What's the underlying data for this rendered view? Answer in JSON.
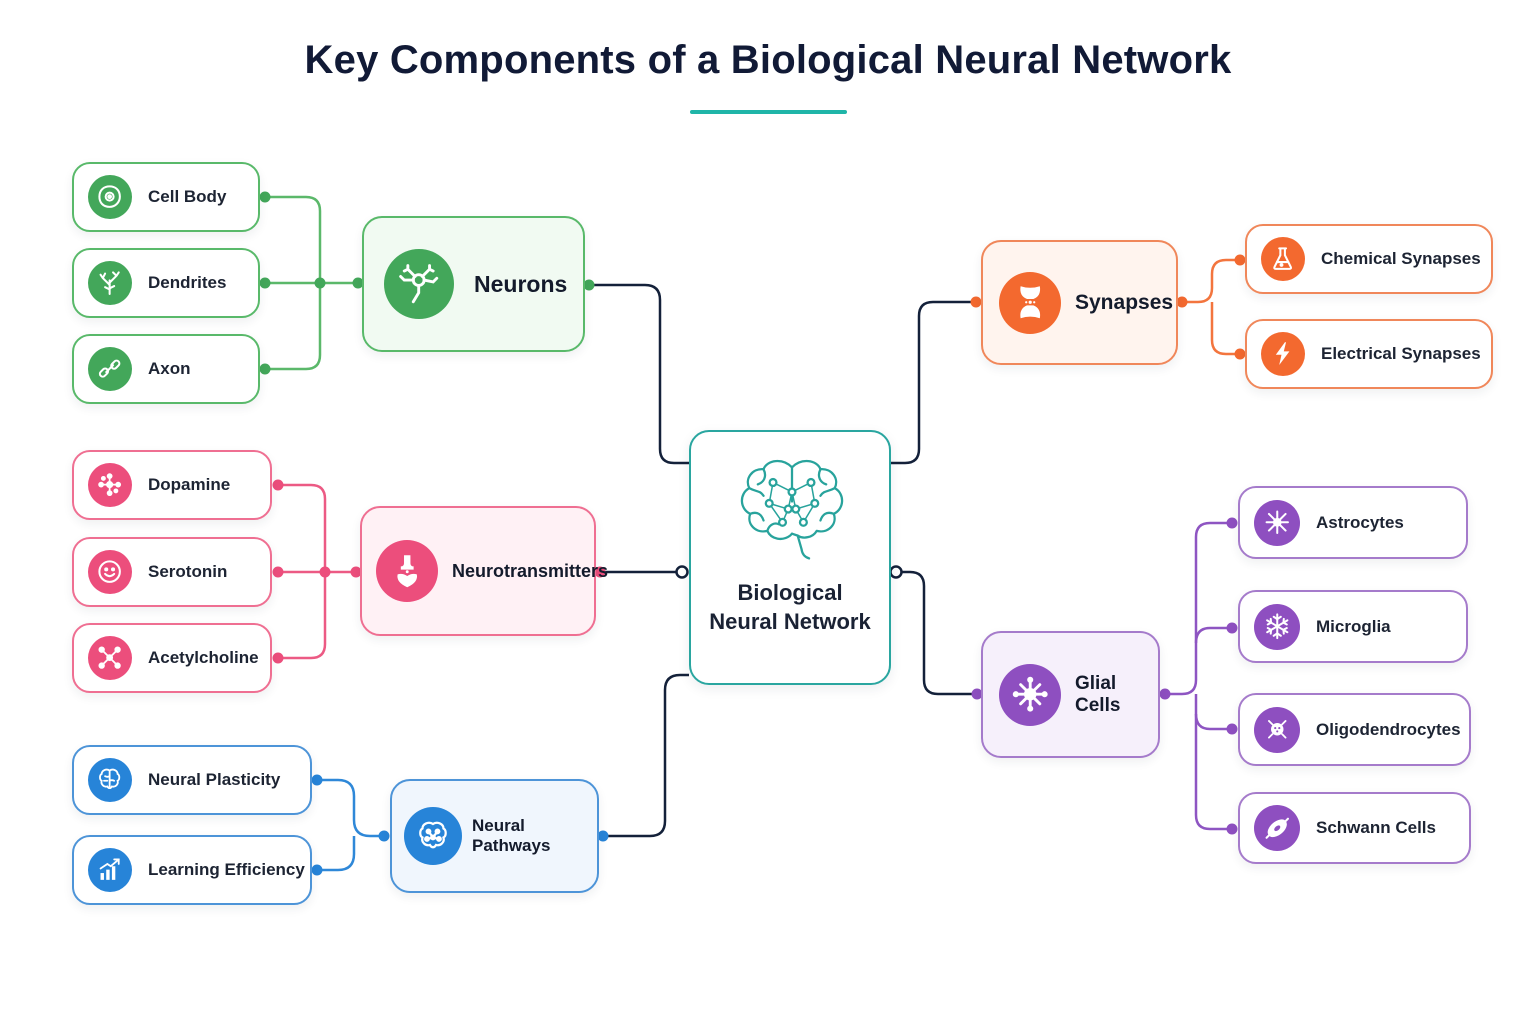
{
  "title": "Key Components of a Biological Neural Network",
  "center": {
    "line1": "Biological",
    "line2": "Neural Network",
    "icon": "brain-network-icon"
  },
  "colors": {
    "teal": "#1fb5a8",
    "navy": "#14213a",
    "green": "#43a75a",
    "pink": "#ec4e7c",
    "blue": "#2784d8",
    "orange": "#f3692f",
    "purple": "#8e4fc0"
  },
  "groups": {
    "neurons": {
      "label": "Neurons",
      "icon": "neuron-icon",
      "children": [
        {
          "label": "Cell Body",
          "icon": "cell-icon"
        },
        {
          "label": "Dendrites",
          "icon": "branch-icon"
        },
        {
          "label": "Axon",
          "icon": "chain-icon"
        }
      ]
    },
    "neurotransmitters": {
      "label": "Neurotransmitters",
      "icon": "synapse-icon",
      "children": [
        {
          "label": "Dopamine",
          "icon": "molecule-icon"
        },
        {
          "label": "Serotonin",
          "icon": "smile-icon"
        },
        {
          "label": "Acetylcholine",
          "icon": "molecule-icon"
        }
      ]
    },
    "pathways": {
      "label": "Neural Pathways",
      "icon": "pathway-brain-icon",
      "children": [
        {
          "label": "Neural Plasticity",
          "icon": "brain-icon"
        },
        {
          "label": "Learning Efficiency",
          "icon": "chart-up-icon"
        }
      ]
    },
    "synapses": {
      "label": "Synapses",
      "icon": "synapse-icon",
      "children": [
        {
          "label": "Chemical Synapses",
          "icon": "flask-icon"
        },
        {
          "label": "Electrical Synapses",
          "icon": "lightning-icon"
        }
      ]
    },
    "glial": {
      "label": "Glial Cells",
      "icon": "glial-icon",
      "children": [
        {
          "label": "Astrocytes",
          "icon": "star-cell-icon"
        },
        {
          "label": "Microglia",
          "icon": "snowflake-icon"
        },
        {
          "label": "Oligodendrocytes",
          "icon": "oligo-icon"
        },
        {
          "label": "Schwann Cells",
          "icon": "schwann-icon"
        }
      ]
    }
  }
}
